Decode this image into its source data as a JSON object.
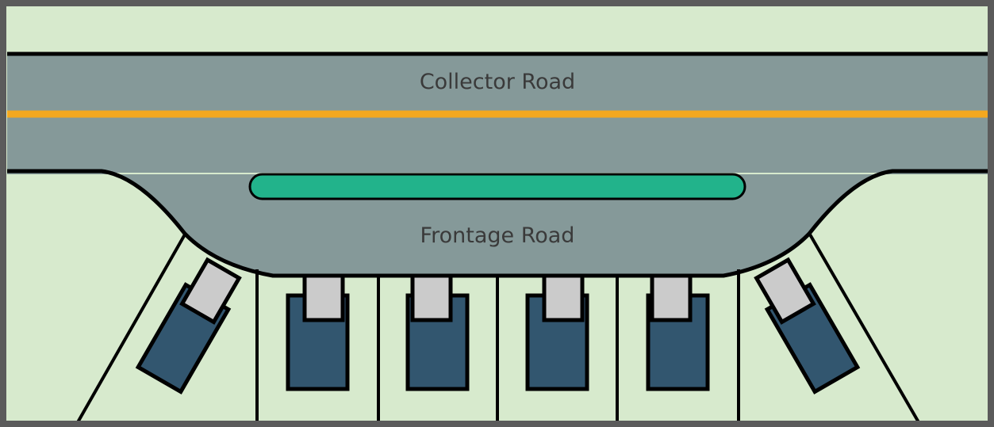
{
  "labels": {
    "collector_road": "Collector Road",
    "frontage_road": "Frontage Road"
  },
  "colors": {
    "lawn": "#d7eacd",
    "frame": "#5b5b5b",
    "road": "#859999",
    "centerline": "#f4a81f",
    "median": "#22b38b",
    "house": "#32566f",
    "driveway": "#cbcbcb",
    "outline": "#000000"
  },
  "layout_features": {
    "lots": 6,
    "houses": 6
  }
}
